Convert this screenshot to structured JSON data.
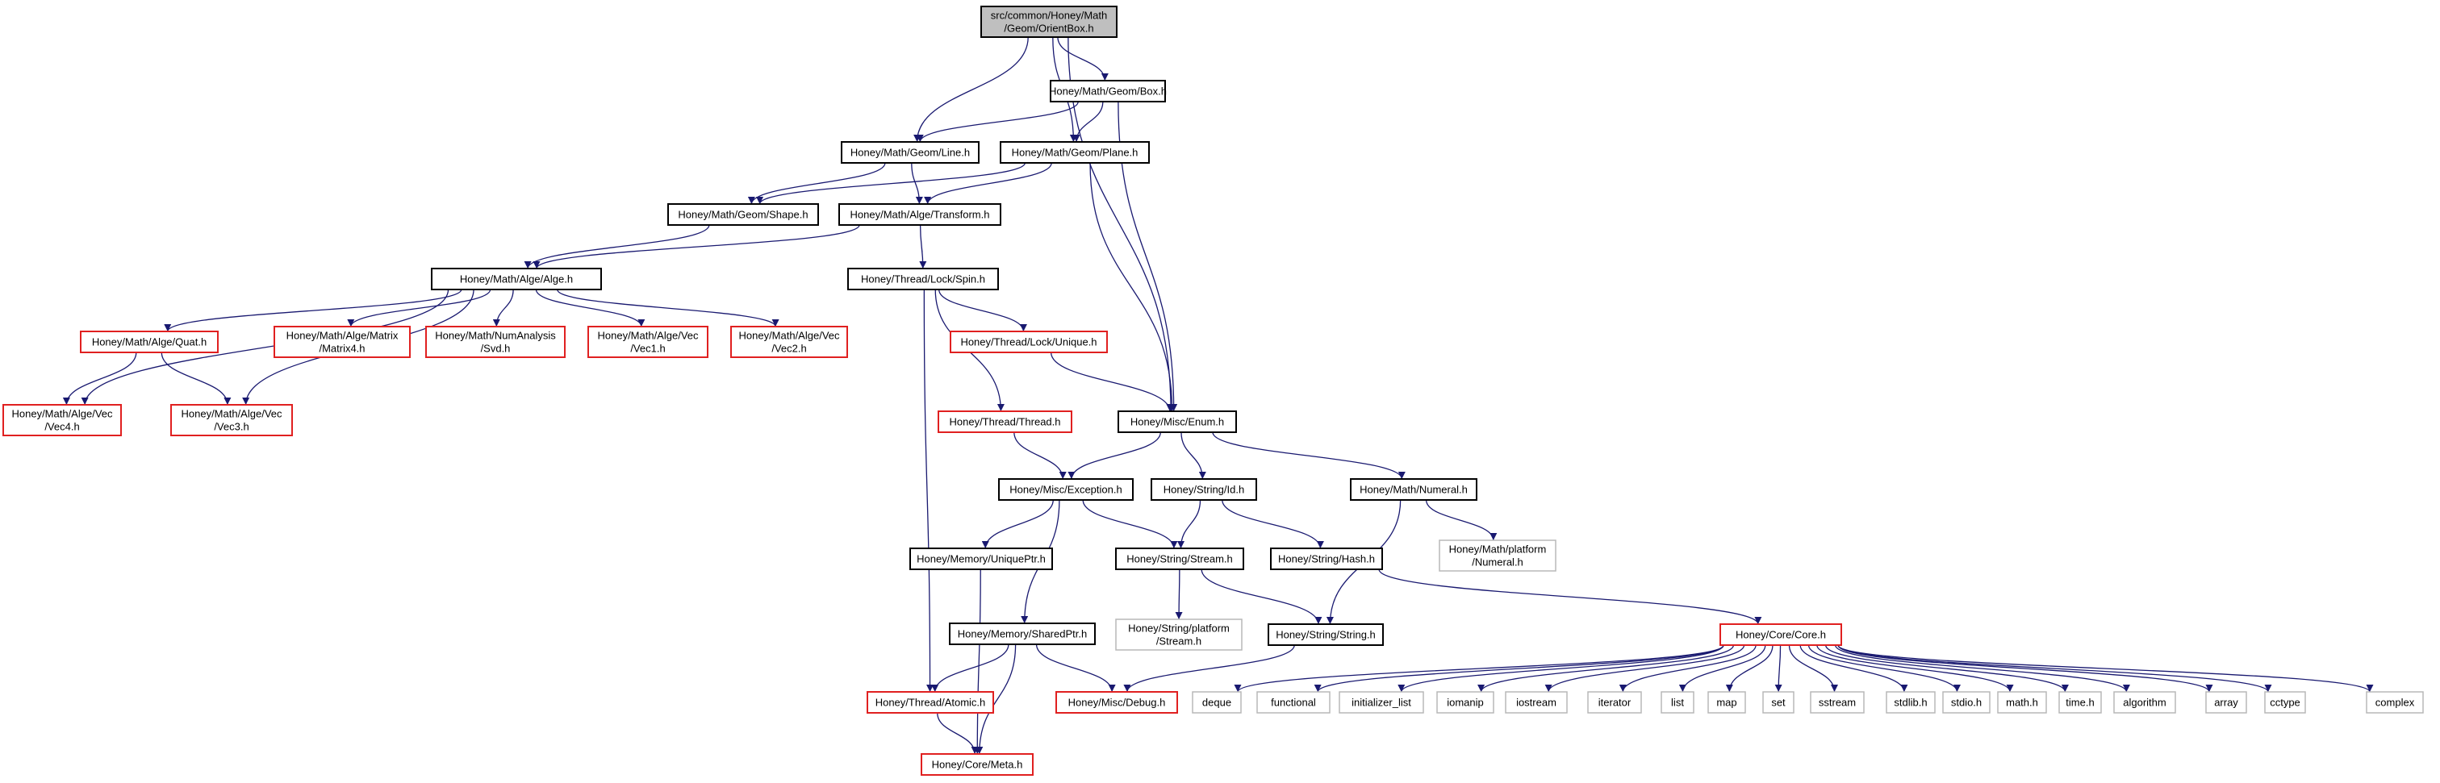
{
  "graph": {
    "colors": {
      "edge": "#191970",
      "node_border": "#000000",
      "node_border_red": "#e02020",
      "node_border_gray": "#b8b8b8",
      "root_fill": "#bfbfbf"
    },
    "nodes": [
      {
        "id": "root",
        "lines": [
          "src/common/Honey/Math",
          "/Geom/OrientBox.h"
        ],
        "style": "root"
      },
      {
        "id": "box",
        "lines": [
          "Honey/Math/Geom/Box.h"
        ],
        "style": "black"
      },
      {
        "id": "line",
        "lines": [
          "Honey/Math/Geom/Line.h"
        ],
        "style": "black"
      },
      {
        "id": "plane",
        "lines": [
          "Honey/Math/Geom/Plane.h"
        ],
        "style": "black"
      },
      {
        "id": "shape",
        "lines": [
          "Honey/Math/Geom/Shape.h"
        ],
        "style": "black"
      },
      {
        "id": "transform",
        "lines": [
          "Honey/Math/Alge/Transform.h"
        ],
        "style": "black"
      },
      {
        "id": "alge",
        "lines": [
          "Honey/Math/Alge/Alge.h"
        ],
        "style": "black"
      },
      {
        "id": "spin",
        "lines": [
          "Honey/Thread/Lock/Spin.h"
        ],
        "style": "black"
      },
      {
        "id": "quat",
        "lines": [
          "Honey/Math/Alge/Quat.h"
        ],
        "style": "red"
      },
      {
        "id": "matrix4",
        "lines": [
          "Honey/Math/Alge/Matrix",
          "/Matrix4.h"
        ],
        "style": "red"
      },
      {
        "id": "svd",
        "lines": [
          "Honey/Math/NumAnalysis",
          "/Svd.h"
        ],
        "style": "red"
      },
      {
        "id": "vec1",
        "lines": [
          "Honey/Math/Alge/Vec",
          "/Vec1.h"
        ],
        "style": "red"
      },
      {
        "id": "vec2",
        "lines": [
          "Honey/Math/Alge/Vec",
          "/Vec2.h"
        ],
        "style": "red"
      },
      {
        "id": "unique",
        "lines": [
          "Honey/Thread/Lock/Unique.h"
        ],
        "style": "red"
      },
      {
        "id": "vec4",
        "lines": [
          "Honey/Math/Alge/Vec",
          "/Vec4.h"
        ],
        "style": "red"
      },
      {
        "id": "vec3",
        "lines": [
          "Honey/Math/Alge/Vec",
          "/Vec3.h"
        ],
        "style": "red"
      },
      {
        "id": "thread",
        "lines": [
          "Honey/Thread/Thread.h"
        ],
        "style": "red"
      },
      {
        "id": "enum",
        "lines": [
          "Honey/Misc/Enum.h"
        ],
        "style": "black"
      },
      {
        "id": "exception",
        "lines": [
          "Honey/Misc/Exception.h"
        ],
        "style": "black"
      },
      {
        "id": "id",
        "lines": [
          "Honey/String/Id.h"
        ],
        "style": "black"
      },
      {
        "id": "numeral",
        "lines": [
          "Honey/Math/Numeral.h"
        ],
        "style": "black"
      },
      {
        "id": "uniqueptr",
        "lines": [
          "Honey/Memory/UniquePtr.h"
        ],
        "style": "black"
      },
      {
        "id": "stream",
        "lines": [
          "Honey/String/Stream.h"
        ],
        "style": "black"
      },
      {
        "id": "hash",
        "lines": [
          "Honey/String/Hash.h"
        ],
        "style": "black"
      },
      {
        "id": "numeralplat",
        "lines": [
          "Honey/Math/platform",
          "/Numeral.h"
        ],
        "style": "gray"
      },
      {
        "id": "streamplat",
        "lines": [
          "Honey/String/platform",
          "/Stream.h"
        ],
        "style": "gray"
      },
      {
        "id": "sharedptr",
        "lines": [
          "Honey/Memory/SharedPtr.h"
        ],
        "style": "black"
      },
      {
        "id": "string",
        "lines": [
          "Honey/String/String.h"
        ],
        "style": "black"
      },
      {
        "id": "core",
        "lines": [
          "Honey/Core/Core.h"
        ],
        "style": "red"
      },
      {
        "id": "atomic",
        "lines": [
          "Honey/Thread/Atomic.h"
        ],
        "style": "red"
      },
      {
        "id": "debug",
        "lines": [
          "Honey/Misc/Debug.h"
        ],
        "style": "red"
      },
      {
        "id": "meta",
        "lines": [
          "Honey/Core/Meta.h"
        ],
        "style": "red"
      },
      {
        "id": "deque",
        "lines": [
          "deque"
        ],
        "style": "gray"
      },
      {
        "id": "functional",
        "lines": [
          "functional"
        ],
        "style": "gray"
      },
      {
        "id": "initializer_list",
        "lines": [
          "initializer_list"
        ],
        "style": "gray"
      },
      {
        "id": "iomanip",
        "lines": [
          "iomanip"
        ],
        "style": "gray"
      },
      {
        "id": "iostream",
        "lines": [
          "iostream"
        ],
        "style": "gray"
      },
      {
        "id": "iterator",
        "lines": [
          "iterator"
        ],
        "style": "gray"
      },
      {
        "id": "list",
        "lines": [
          "list"
        ],
        "style": "gray"
      },
      {
        "id": "map",
        "lines": [
          "map"
        ],
        "style": "gray"
      },
      {
        "id": "set",
        "lines": [
          "set"
        ],
        "style": "gray"
      },
      {
        "id": "sstream",
        "lines": [
          "sstream"
        ],
        "style": "gray"
      },
      {
        "id": "stdlib",
        "lines": [
          "stdlib.h"
        ],
        "style": "gray"
      },
      {
        "id": "stdio",
        "lines": [
          "stdio.h"
        ],
        "style": "gray"
      },
      {
        "id": "math",
        "lines": [
          "math.h"
        ],
        "style": "gray"
      },
      {
        "id": "time",
        "lines": [
          "time.h"
        ],
        "style": "gray"
      },
      {
        "id": "algorithm",
        "lines": [
          "algorithm"
        ],
        "style": "gray"
      },
      {
        "id": "array",
        "lines": [
          "array"
        ],
        "style": "gray"
      },
      {
        "id": "cctype",
        "lines": [
          "cctype"
        ],
        "style": "gray"
      },
      {
        "id": "complex",
        "lines": [
          "complex"
        ],
        "style": "gray"
      }
    ],
    "edges": [
      [
        "root",
        "box"
      ],
      [
        "root",
        "line"
      ],
      [
        "root",
        "plane"
      ],
      [
        "root",
        "enum"
      ],
      [
        "box",
        "line"
      ],
      [
        "box",
        "plane"
      ],
      [
        "box",
        "enum"
      ],
      [
        "line",
        "shape"
      ],
      [
        "line",
        "transform"
      ],
      [
        "plane",
        "shape"
      ],
      [
        "plane",
        "transform"
      ],
      [
        "plane",
        "enum"
      ],
      [
        "shape",
        "alge"
      ],
      [
        "transform",
        "alge"
      ],
      [
        "transform",
        "spin"
      ],
      [
        "alge",
        "quat"
      ],
      [
        "alge",
        "matrix4"
      ],
      [
        "alge",
        "svd"
      ],
      [
        "alge",
        "vec1"
      ],
      [
        "alge",
        "vec2"
      ],
      [
        "alge",
        "vec4"
      ],
      [
        "alge",
        "vec3"
      ],
      [
        "quat",
        "vec4"
      ],
      [
        "quat",
        "vec3"
      ],
      [
        "spin",
        "unique"
      ],
      [
        "spin",
        "thread"
      ],
      [
        "spin",
        "atomic"
      ],
      [
        "unique",
        "enum"
      ],
      [
        "thread",
        "exception"
      ],
      [
        "enum",
        "exception"
      ],
      [
        "enum",
        "id"
      ],
      [
        "enum",
        "numeral"
      ],
      [
        "exception",
        "uniqueptr"
      ],
      [
        "exception",
        "stream"
      ],
      [
        "exception",
        "sharedptr"
      ],
      [
        "id",
        "stream"
      ],
      [
        "id",
        "hash"
      ],
      [
        "numeral",
        "numeralplat"
      ],
      [
        "numeral",
        "string"
      ],
      [
        "uniqueptr",
        "meta"
      ],
      [
        "stream",
        "streamplat"
      ],
      [
        "stream",
        "string"
      ],
      [
        "hash",
        "core"
      ],
      [
        "string",
        "debug"
      ],
      [
        "sharedptr",
        "atomic"
      ],
      [
        "sharedptr",
        "debug"
      ],
      [
        "sharedptr",
        "meta"
      ],
      [
        "atomic",
        "meta"
      ],
      [
        "core",
        "deque"
      ],
      [
        "core",
        "functional"
      ],
      [
        "core",
        "initializer_list"
      ],
      [
        "core",
        "iomanip"
      ],
      [
        "core",
        "iostream"
      ],
      [
        "core",
        "iterator"
      ],
      [
        "core",
        "list"
      ],
      [
        "core",
        "map"
      ],
      [
        "core",
        "set"
      ],
      [
        "core",
        "sstream"
      ],
      [
        "core",
        "stdlib"
      ],
      [
        "core",
        "stdio"
      ],
      [
        "core",
        "math"
      ],
      [
        "core",
        "time"
      ],
      [
        "core",
        "algorithm"
      ],
      [
        "core",
        "array"
      ],
      [
        "core",
        "cctype"
      ],
      [
        "core",
        "complex"
      ]
    ]
  }
}
